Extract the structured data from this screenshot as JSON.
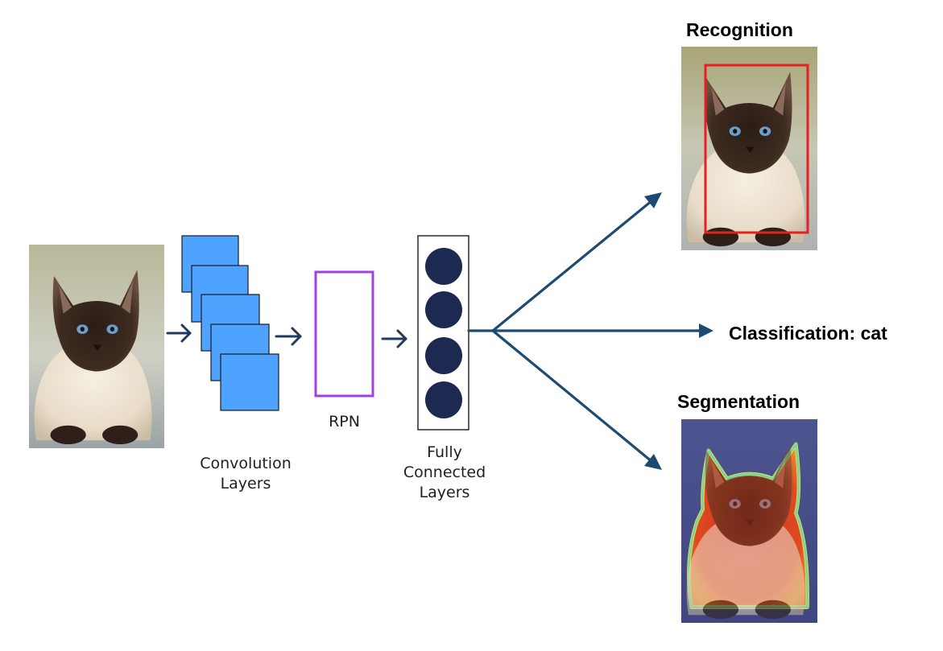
{
  "labels": {
    "conv": "Convolution Layers",
    "rpn": "RPN",
    "fc": "Fully Connected Layers",
    "recognition": "Recognition",
    "classification": "Classification: cat",
    "segmentation": "Segmentation"
  },
  "colors": {
    "arrow": "#223a5e",
    "output_arrow": "#1c4a73",
    "conv_fill": "#4da3ff",
    "rpn_border": "#a040e0",
    "node_fill": "#1c2a52",
    "bbox": "#e62020",
    "seg_bg": "#4a4f8c",
    "seg_mask": "#e03a20"
  },
  "icons": {
    "input_image": "cat-photo-icon",
    "recognition_image": "cat-photo-with-box-icon",
    "segmentation_image": "cat-segmentation-mask-icon"
  },
  "fc_node_count": 4,
  "conv_layer_count": 5
}
